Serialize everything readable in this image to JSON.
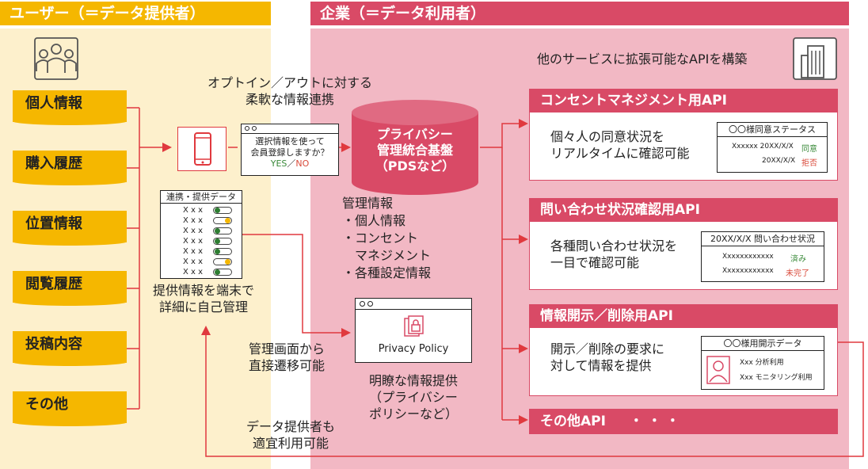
{
  "user_header": "ユーザー（＝データ提供者）",
  "corp_header": "企業（＝データ利用者）",
  "categories": [
    "個人情報",
    "購入履歴",
    "位置情報",
    "閲覧履歴",
    "投稿内容",
    "その他"
  ],
  "optin_text": [
    "オプトイン／アウトに対する",
    "柔軟な情報連携"
  ],
  "phone_dialog": {
    "line1": "選択情報を使って",
    "line2": "会員登録しますか？",
    "yes": "YES",
    "sep": "／",
    "no": "NO"
  },
  "linked_data": {
    "title": "連携・提供データ",
    "rows": [
      "X x x",
      "X x x",
      "X x x",
      "X x x",
      "X x x",
      "X x x",
      "X x x"
    ],
    "toggle_colors": [
      "#2e7d32",
      "#f5b700",
      "#2e7d32",
      "#2e7d32",
      "#2e7d32",
      "#f5b700",
      "#2e7d32"
    ]
  },
  "self_manage_text": [
    "提供情報を端末で",
    "詳細に自己管理"
  ],
  "pds": {
    "line1": "プライバシー",
    "line2": "管理統合基盤",
    "line3": "（PDSなど）"
  },
  "mgmt_info": [
    "管理情報",
    "・個人情報",
    "・コンセント",
    "　マネジメント",
    "・各種設定情報"
  ],
  "privacy_policy": "Privacy Policy",
  "transition_text": [
    "管理画面から",
    "直接遷移可能"
  ],
  "clear_info_text": [
    "明瞭な情報提供",
    "（プライバシー",
    "ポリシーなど）"
  ],
  "also_use_text": [
    "データ提供者も",
    "適宜利用可能"
  ],
  "extensible_text": "他のサービスに拡張可能なAPIを構築",
  "api1": {
    "title": "コンセントマネジメント用API",
    "desc": [
      "個々人の同意状況を",
      "リアルタイムに確認可能"
    ],
    "box_title": "〇〇様同意ステータス",
    "row1_text": "Xxxxxx 20XX/X/X",
    "row1_status": "同意",
    "row2_text": "20XX/X/X",
    "row2_status": "拒否"
  },
  "api2": {
    "title": "問い合わせ状況確認用API",
    "desc": [
      "各種問い合わせ状況を",
      "一目で確認可能"
    ],
    "box_title": "20XX/X/X 問い合わせ状況",
    "row1_text": "Xxxxxxxxxxxx",
    "row1_status": "済み",
    "row2_text": "Xxxxxxxxxxxx",
    "row2_status": "未完了"
  },
  "api3": {
    "title": "情報開示／削除用API",
    "desc": [
      "開示／削除の要求に",
      "対して情報を提供"
    ],
    "box_title": "〇〇様用開示データ",
    "row1_text": "Xxx 分析利用",
    "row2_text": "Xxx モニタリング利用"
  },
  "api4": {
    "title": "その他API",
    "dots": "・・・"
  },
  "colors": {
    "yellow": "#f5b700",
    "pink": "#d94a66",
    "pink_bg": "#f2b8c4",
    "cream": "#fdf0cc",
    "arrow": "#e0393e"
  }
}
